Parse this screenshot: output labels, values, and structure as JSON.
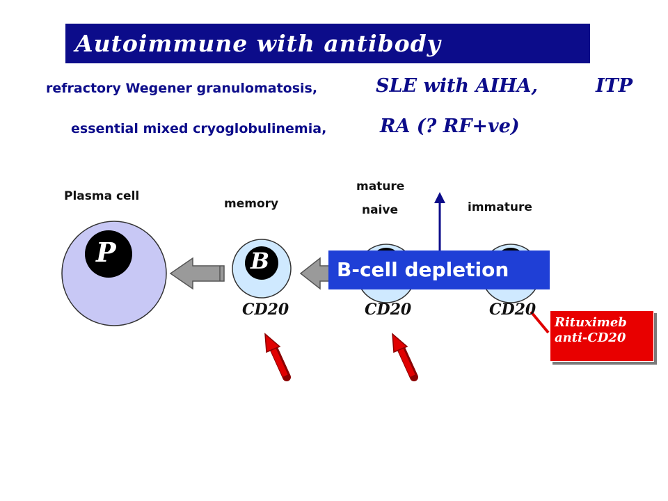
{
  "title": "Autoimmune with antibody production",
  "conditions": {
    "line1_a": "refractory Wegener granulomatosis,",
    "line1_b": "SLE with AIHA,",
    "line1_c": "ITP",
    "line2_a": "essential mixed cryoglobulinemia,",
    "line2_b": "RA (? RF+ve)"
  },
  "cells": {
    "plasma_label": "Plasma cell",
    "plasma_letter": "P",
    "memory_label": "memory",
    "memory_letter": "B",
    "mature_label_1": "mature",
    "mature_label_2": "naive",
    "immature_label": "immature",
    "cd20": "CD20"
  },
  "depletion_box": "B-cell depletion",
  "rituximab": {
    "line1": "Rituximeb",
    "line2": "anti-CD20"
  },
  "colors": {
    "navy": "#0c0c8a",
    "cell_fill": "#c8c8f5",
    "memory_fill": "#cfe9ff",
    "arrow_red": "#e00000",
    "depletion_blue": "#1f3fd6"
  }
}
